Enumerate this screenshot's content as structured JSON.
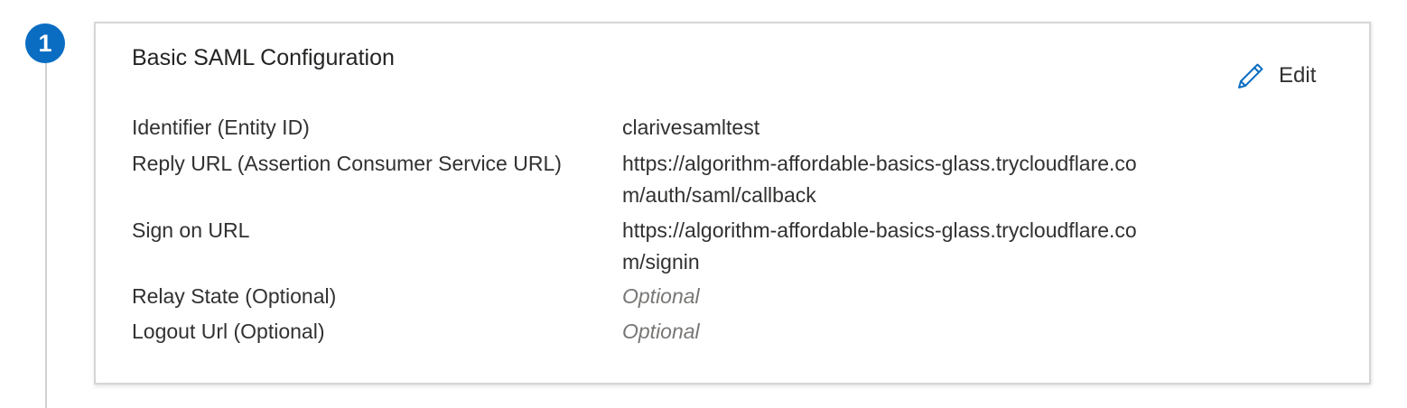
{
  "step": {
    "number": "1",
    "color": "#0a6dc2"
  },
  "card": {
    "title": "Basic SAML Configuration",
    "edit": {
      "label": "Edit",
      "icon": "pencil-icon",
      "icon_color": "#0a6dc2"
    },
    "rows": [
      {
        "label": "Identifier (Entity ID)",
        "value_lines": [
          "clarivesamltest"
        ],
        "is_placeholder": false
      },
      {
        "label": "Reply URL (Assertion Consumer Service URL)",
        "value_lines": [
          "https://algorithm-affordable-basics-glass.trycloudflare.co",
          "m/auth/saml/callback"
        ],
        "is_placeholder": false
      },
      {
        "label": "Sign on URL",
        "value_lines": [
          "https://algorithm-affordable-basics-glass.trycloudflare.co",
          "m/signin"
        ],
        "is_placeholder": false
      },
      {
        "label": "Relay State (Optional)",
        "value_lines": [
          "Optional"
        ],
        "is_placeholder": true
      },
      {
        "label": "Logout Url (Optional)",
        "value_lines": [
          "Optional"
        ],
        "is_placeholder": true
      }
    ]
  }
}
